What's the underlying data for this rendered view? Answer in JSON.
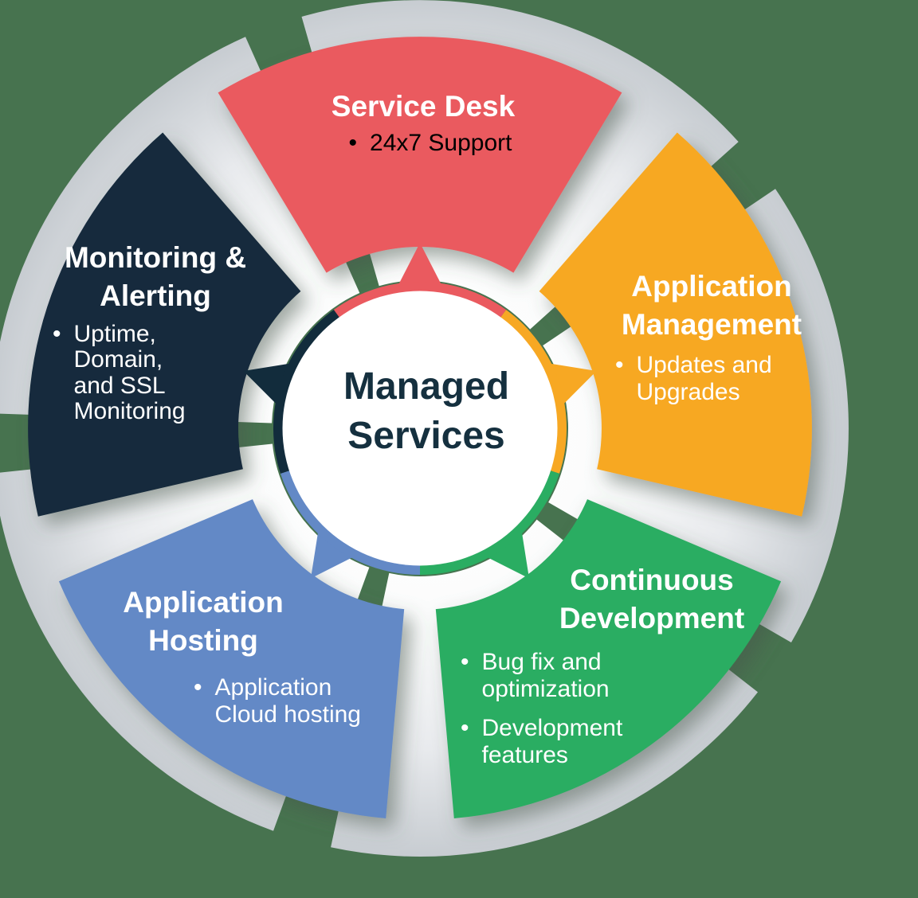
{
  "title": "Managed Services",
  "background_color": "#47734F",
  "center": {
    "line1": "Managed",
    "line2": "Services",
    "text_color": "#15303F"
  },
  "sectors": [
    {
      "id": "service-desk",
      "label": "Service Desk",
      "color": "#EA5A5F",
      "bullets": [
        "24x7 Support"
      ]
    },
    {
      "id": "application-management",
      "label": "Application Management",
      "color": "#F7A823",
      "bullets": [
        "Updates and Upgrades"
      ]
    },
    {
      "id": "continuous-development",
      "label": "Continuous Development",
      "color": "#2AAD62",
      "bullets": [
        "Bug fix and optimization",
        "Development features"
      ]
    },
    {
      "id": "application-hosting",
      "label": "Application Hosting",
      "color": "#6389C6",
      "bullets": [
        "Application Cloud hosting"
      ]
    },
    {
      "id": "monitoring-alerting",
      "label": "Monitoring & Alerting",
      "color": "#122C3C",
      "bullets": [
        "Uptime, Domain, and SSL Monitoring"
      ]
    }
  ]
}
